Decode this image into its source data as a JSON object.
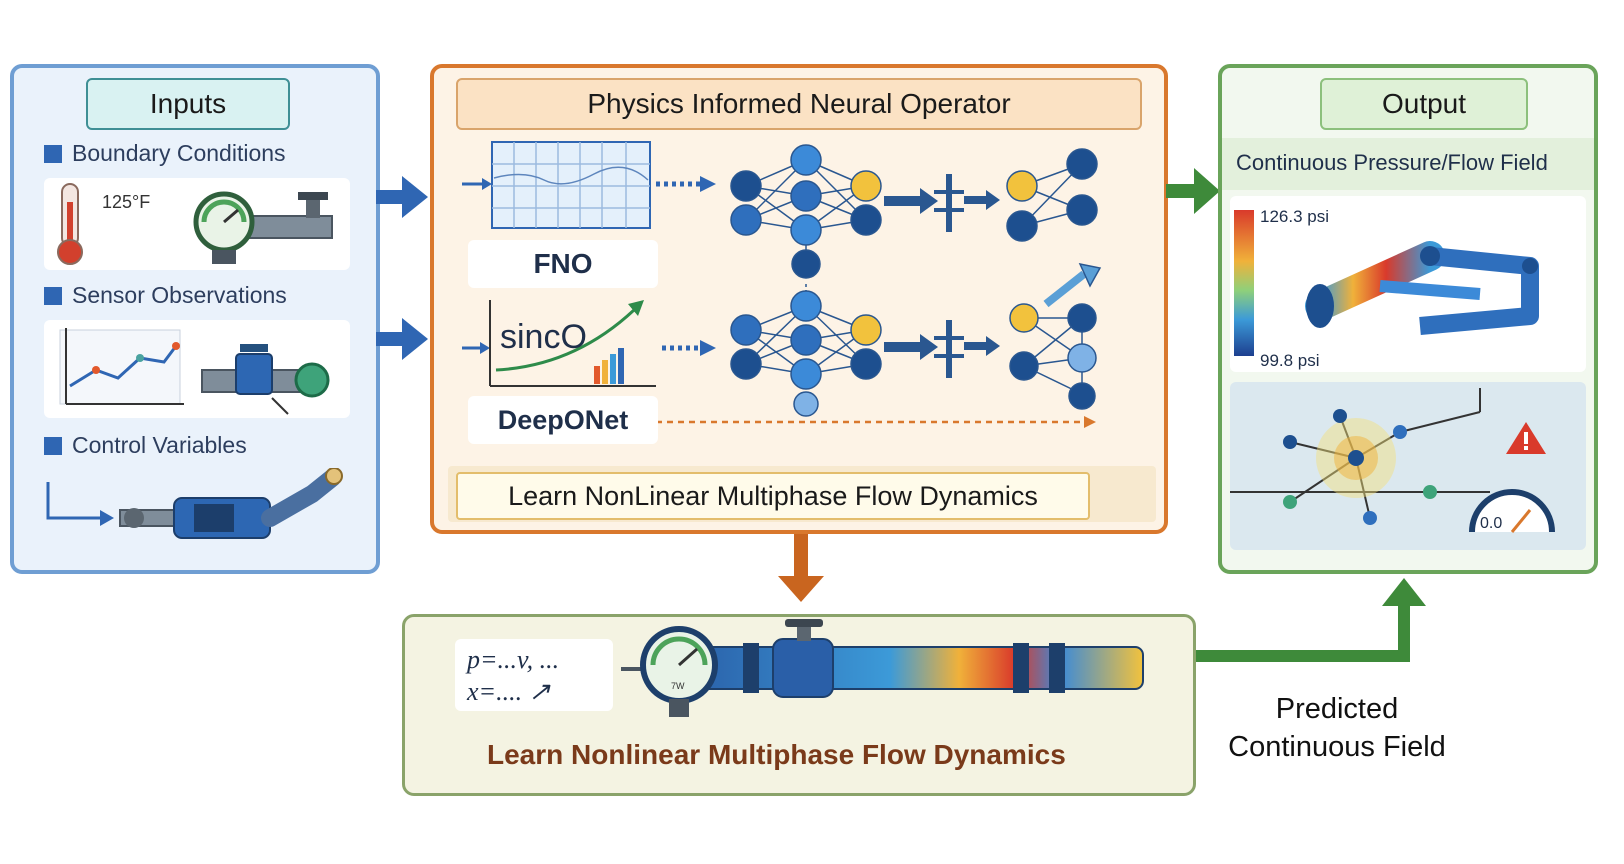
{
  "inputs": {
    "title": "Inputs",
    "boundary_label": "Boundary Conditions",
    "temperature": "125°F",
    "sensor_label": "Sensor Observations",
    "control_label": "Control Variables"
  },
  "pino": {
    "title": "Physics Informed Neural Operator",
    "fno_label": "FNO",
    "deeponet_label": "DeepONet",
    "deeponet_formula": "sincO",
    "learn_label": "Learn NonLinear Multiphase Flow Dynamics"
  },
  "output": {
    "title": "Output",
    "field_label": "Continuous Pressure/Flow Field",
    "max_pressure": "126.3 psi",
    "min_pressure": "99.8 psi",
    "gauge_value": "0.0"
  },
  "bottom": {
    "equation_line1": "p=...v, ...",
    "equation_line2": "x=.... ↗",
    "gauge_text": "7W",
    "caption": "Learn Nonlinear Multiphase Flow Dynamics"
  },
  "predicted_label_line1": "Predicted",
  "predicted_label_line2": "Continuous Field",
  "colors": {
    "inputs_border": "#6f9ed3",
    "pino_border": "#d9782d",
    "output_border": "#6aa45a",
    "flow_arrow_blue": "#2f66b3",
    "flow_arrow_green": "#3e8a3a",
    "flow_arrow_orange": "#c9651f"
  }
}
